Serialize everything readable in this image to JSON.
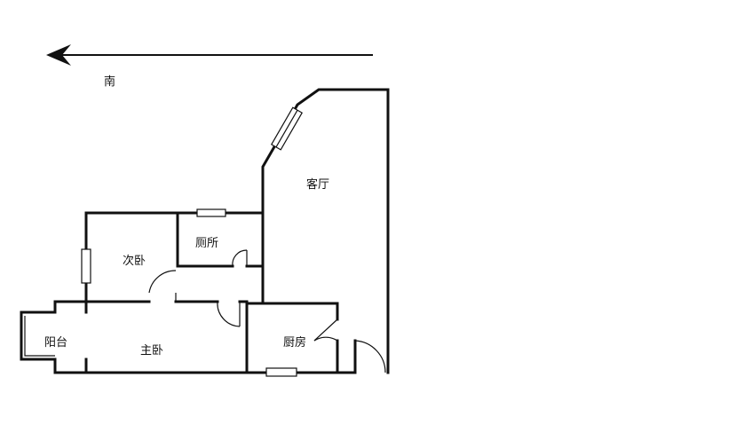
{
  "compass": {
    "direction_label": "南"
  },
  "rooms": {
    "living_room": "客厅",
    "toilet": "厕所",
    "second_bedroom": "次卧",
    "balcony": "阳台",
    "master_bedroom": "主卧",
    "kitchen": "厨房"
  },
  "colors": {
    "wall": "#111111",
    "background": "#ffffff",
    "window": "#ffffff"
  }
}
